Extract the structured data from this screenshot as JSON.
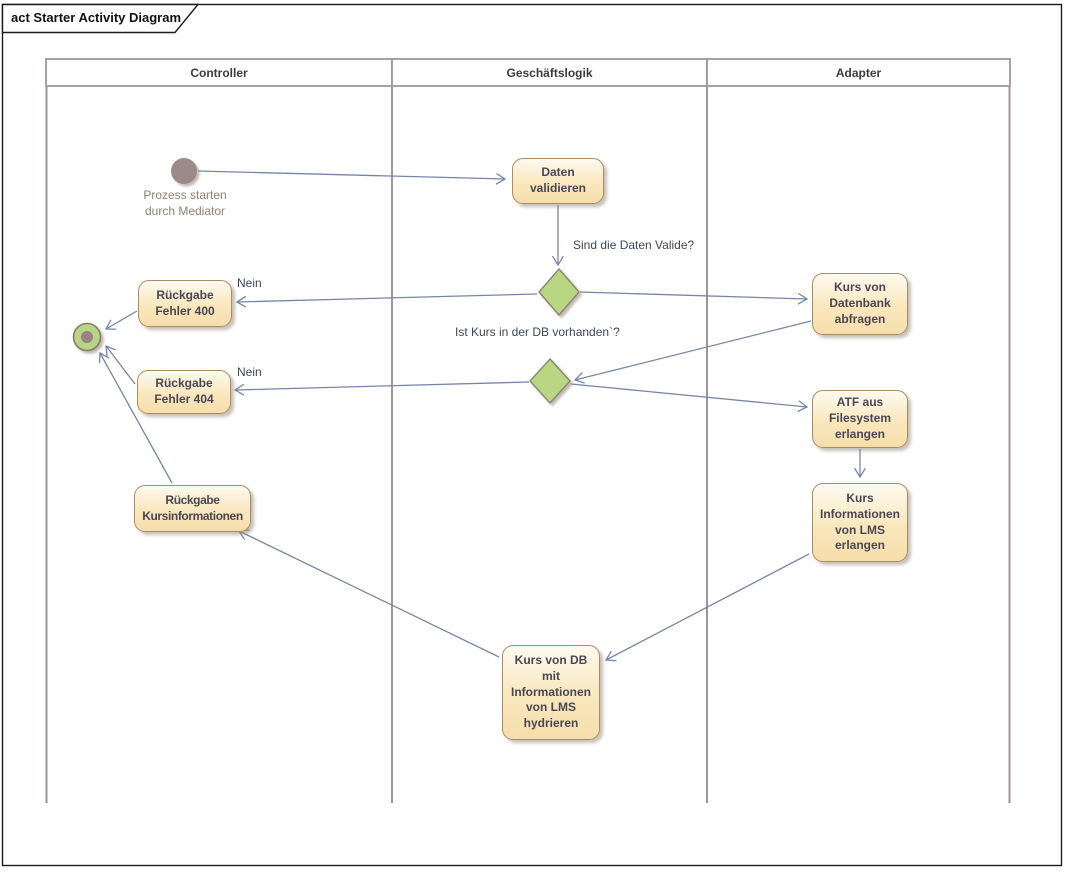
{
  "title": "act Starter Activity Diagram",
  "lanes": [
    {
      "label": "Controller"
    },
    {
      "label": "Geschäftslogik"
    },
    {
      "label": "Adapter"
    }
  ],
  "initial_node_label": "Prozess starten durch Mediator",
  "activities": [
    {
      "id": "daten-validieren",
      "label": "Daten validieren"
    },
    {
      "id": "rueckgabe-fehler-400",
      "label": "Rückgabe Fehler 400"
    },
    {
      "id": "kurs-von-datenbank-abfragen",
      "label": "Kurs von Datenbank abfragen"
    },
    {
      "id": "rueckgabe-fehler-404",
      "label": "Rückgabe Fehler 404"
    },
    {
      "id": "atf-aus-filesystem-erlangen",
      "label": "ATF aus Filesystem erlangen"
    },
    {
      "id": "kurs-informationen-von-lms-erlangen",
      "label": "Kurs Informationen von LMS erlangen"
    },
    {
      "id": "kurs-von-db-hydrieren",
      "label": "Kurs von DB mit Informationen von LMS hydrieren"
    },
    {
      "id": "rueckgabe-kursinformationen",
      "label": "Rückgabe Kursinformationen"
    }
  ],
  "decisions": [
    {
      "id": "decision-daten-valide",
      "question": "Sind die Daten Valide?"
    },
    {
      "id": "decision-kurs-in-db",
      "question": "Ist Kurs in der DB vorhanden`?"
    }
  ],
  "edge_labels": [
    {
      "id": "nein-fehler-400",
      "label": "Nein"
    },
    {
      "id": "nein-fehler-404",
      "label": "Nein"
    }
  ],
  "colors": {
    "edge": "#7586a9",
    "activity_border": "#ab8c60",
    "activity_fill": "#f8e3b4",
    "decision_fill": "#b9d783",
    "decision_border": "#8f8376",
    "initial_fill": "#9c8989",
    "final_ring_fill": "#b5d784",
    "final_dot_fill": "#9c8383",
    "lane_line": "#a29595"
  }
}
